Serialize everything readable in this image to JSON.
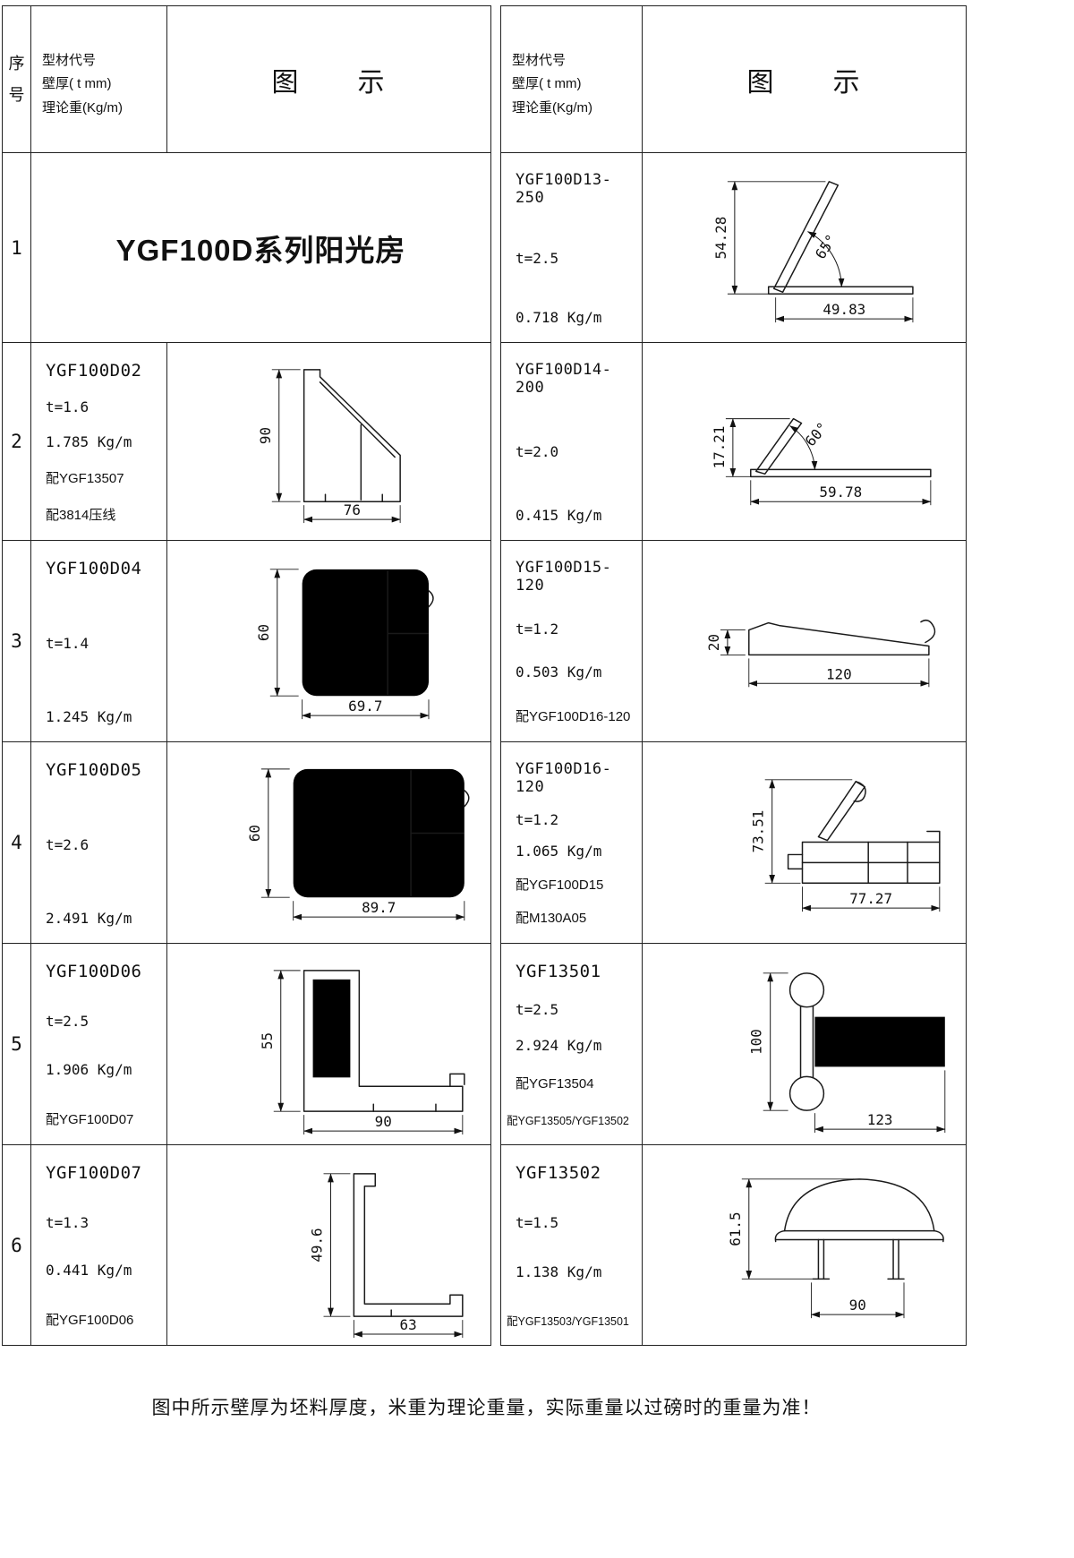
{
  "header": {
    "index_label": "序号",
    "spec_line1": "型材代号",
    "spec_line2": "壁厚( t mm)",
    "spec_line3": "理论重(Kg/m)",
    "diagram_label": "图　　示"
  },
  "left": {
    "rows": [
      {
        "index": "1",
        "title": "YGF100D系列阳光房"
      },
      {
        "index": "2",
        "code": "YGF100D02",
        "thickness": "t=1.6",
        "weight": "1.785 Kg/m",
        "note1": "配YGF13507",
        "note2": "配3814压线",
        "dim_v": "90",
        "dim_h": "76"
      },
      {
        "index": "3",
        "code": "YGF100D04",
        "thickness": "t=1.4",
        "weight": "1.245 Kg/m",
        "dim_v": "60",
        "dim_h": "69.7"
      },
      {
        "index": "4",
        "code": "YGF100D05",
        "thickness": "t=2.6",
        "weight": "2.491 Kg/m",
        "dim_v": "60",
        "dim_h": "89.7"
      },
      {
        "index": "5",
        "code": "YGF100D06",
        "thickness": "t=2.5",
        "weight": "1.906 Kg/m",
        "note1": "配YGF100D07",
        "dim_v": "55",
        "dim_h": "90"
      },
      {
        "index": "6",
        "code": "YGF100D07",
        "thickness": "t=1.3",
        "weight": "0.441 Kg/m",
        "note1": "配YGF100D06",
        "dim_v": "49.6",
        "dim_h": "63"
      }
    ]
  },
  "right": {
    "rows": [
      {
        "code": "YGF100D13-250",
        "thickness": "t=2.5",
        "weight": "0.718 Kg/m",
        "dim_v": "54.28",
        "dim_h": "49.83",
        "angle": "65°"
      },
      {
        "code": "YGF100D14-200",
        "thickness": "t=2.0",
        "weight": "0.415 Kg/m",
        "dim_v": "17.21",
        "dim_h": "59.78",
        "angle": "60°"
      },
      {
        "code": "YGF100D15-120",
        "thickness": "t=1.2",
        "weight": "0.503 Kg/m",
        "note1": "配YGF100D16-120",
        "dim_v": "20",
        "dim_h": "120"
      },
      {
        "code": "YGF100D16-120",
        "thickness": "t=1.2",
        "weight": "1.065 Kg/m",
        "note1": "配YGF100D15",
        "note2": "配M130A05",
        "dim_v": "73.51",
        "dim_h": "77.27"
      },
      {
        "code": "YGF13501",
        "thickness": "t=2.5",
        "weight": "2.924 Kg/m",
        "note1": "配YGF13504",
        "note2": "配YGF13505/YGF13502",
        "dim_v": "100",
        "dim_h": "123"
      },
      {
        "code": "YGF13502",
        "thickness": "t=1.5",
        "weight": "1.138 Kg/m",
        "note1": "配YGF13503/YGF13501",
        "dim_v": "61.5",
        "dim_h": "90"
      }
    ]
  },
  "footer": {
    "note": "图中所示壁厚为坯料厚度，米重为理论重量，实际重量以过磅时的重量为准！"
  },
  "colors": {
    "line": "#1a1a1a",
    "background": "#ffffff"
  }
}
